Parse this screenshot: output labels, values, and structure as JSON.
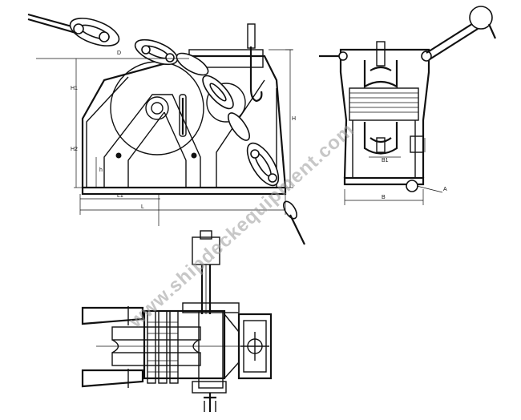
{
  "watermark": "www.shipdeckequipment.com",
  "labels": {
    "h": "H",
    "h1": "H1",
    "h2": "H2",
    "h3": "h",
    "l": "L",
    "l1": "L1",
    "b": "B",
    "b1": "B1",
    "a": "A",
    "d": "D"
  }
}
